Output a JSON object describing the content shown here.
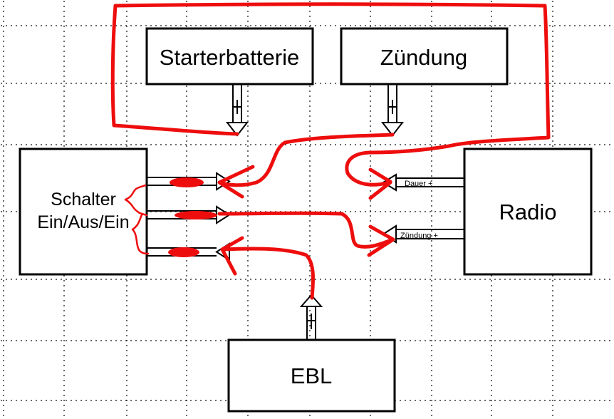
{
  "colors": {
    "ink": "#000000",
    "annotation_red": "#ee0d0d",
    "background": "#ffffff",
    "grid": "#000000"
  },
  "blocks": {
    "starterbatterie": "Starterbatterie",
    "zuendung": "Zündung",
    "schalter_line1": "Schalter",
    "schalter_line2": "Ein/Aus/Ein",
    "radio": "Radio",
    "ebl": "EBL"
  },
  "wires": {
    "dauer_plus": "Dauer  +",
    "zuendung_plus": "Zündung  +"
  }
}
